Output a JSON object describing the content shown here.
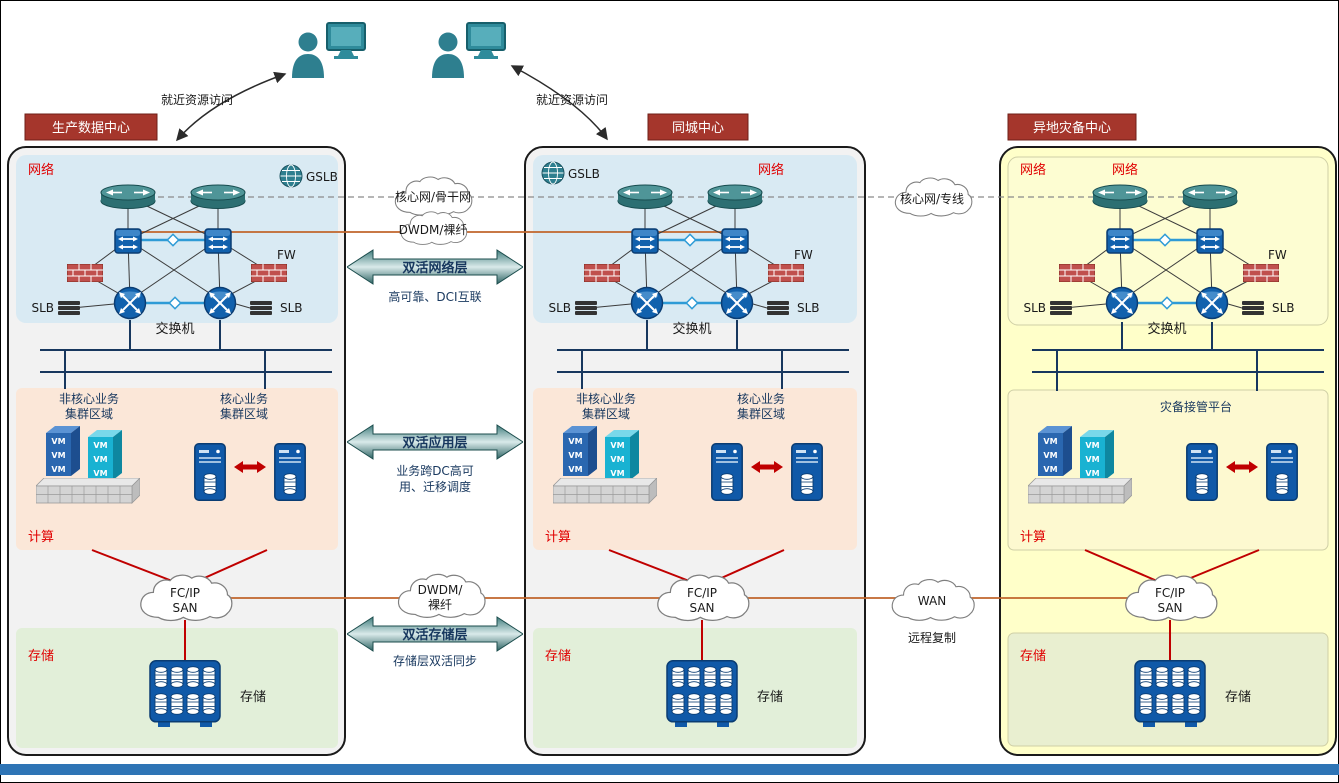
{
  "users": {
    "left_access": "就近资源访问",
    "right_access": "就近资源访问"
  },
  "production": {
    "title": "生产数据中心",
    "network_label": "网络",
    "gslb": "GSLB",
    "fw": "FW",
    "slb_left": "SLB",
    "slb_right": "SLB",
    "switch_label": "交换机",
    "noncore_line1": "非核心业务",
    "noncore_line2": "集群区域",
    "core_line1": "核心业务",
    "core_line2": "集群区域",
    "compute_label": "计算",
    "san_line1": "FC/IP",
    "san_line2": "SAN",
    "storage_label": "存储",
    "storage_device": "存储"
  },
  "same_city": {
    "title": "同城中心",
    "network_label": "网络",
    "gslb": "GSLB",
    "fw": "FW",
    "slb_left": "SLB",
    "slb_right": "SLB",
    "switch_label": "交换机",
    "noncore_line1": "非核心业务",
    "noncore_line2": "集群区域",
    "core_line1": "核心业务",
    "core_line2": "集群区域",
    "compute_label": "计算",
    "san_line1": "FC/IP",
    "san_line2": "SAN",
    "storage_label": "存储",
    "storage_device": "存储"
  },
  "remote_dr": {
    "title": "异地灾备中心",
    "network_label_left": "网络",
    "network_label_right": "网络",
    "fw": "FW",
    "slb_left": "SLB",
    "slb_right": "SLB",
    "switch_label": "交换机",
    "platform_label": "灾备接管平台",
    "compute_label": "计算",
    "san_line1": "FC/IP",
    "san_line2": "SAN",
    "storage_label": "存储",
    "storage_device": "存储"
  },
  "links": {
    "core_backbone": "核心网/骨干网",
    "dwdm_fiber_top": "DWDM/裸纤",
    "core_dedicated": "核心网/专线",
    "net_layer": "双活网络层",
    "net_layer_caption": "高可靠、DCI互联",
    "app_layer": "双活应用层",
    "app_caption_line1": "业务跨DC高可",
    "app_caption_line2": "用、迁移调度",
    "dwdm_storage_line1": "DWDM/",
    "dwdm_storage_line2": "裸纤",
    "storage_layer": "双活存储层",
    "storage_layer_caption": "存储层双活同步",
    "wan": "WAN",
    "wan_caption": "远程复制"
  },
  "icons": {
    "vm_label": "VM"
  },
  "colors": {
    "badge": "#A5362C",
    "panel_bg": "#F2F2F2",
    "dr_panel_bg": "#FFFFC9",
    "network_bg": "#D9EAF3",
    "compute_bg": "#FBE7D8",
    "storage_bg": "#E2EFD9",
    "teal": "#2E7F8F",
    "arrow_teal": "#2F6F6F",
    "navy": "#17375E",
    "red": "#C00000",
    "orange": "#C0652B",
    "icon_blue": "#1059A8",
    "vm_cyan": "#19B2D2"
  }
}
